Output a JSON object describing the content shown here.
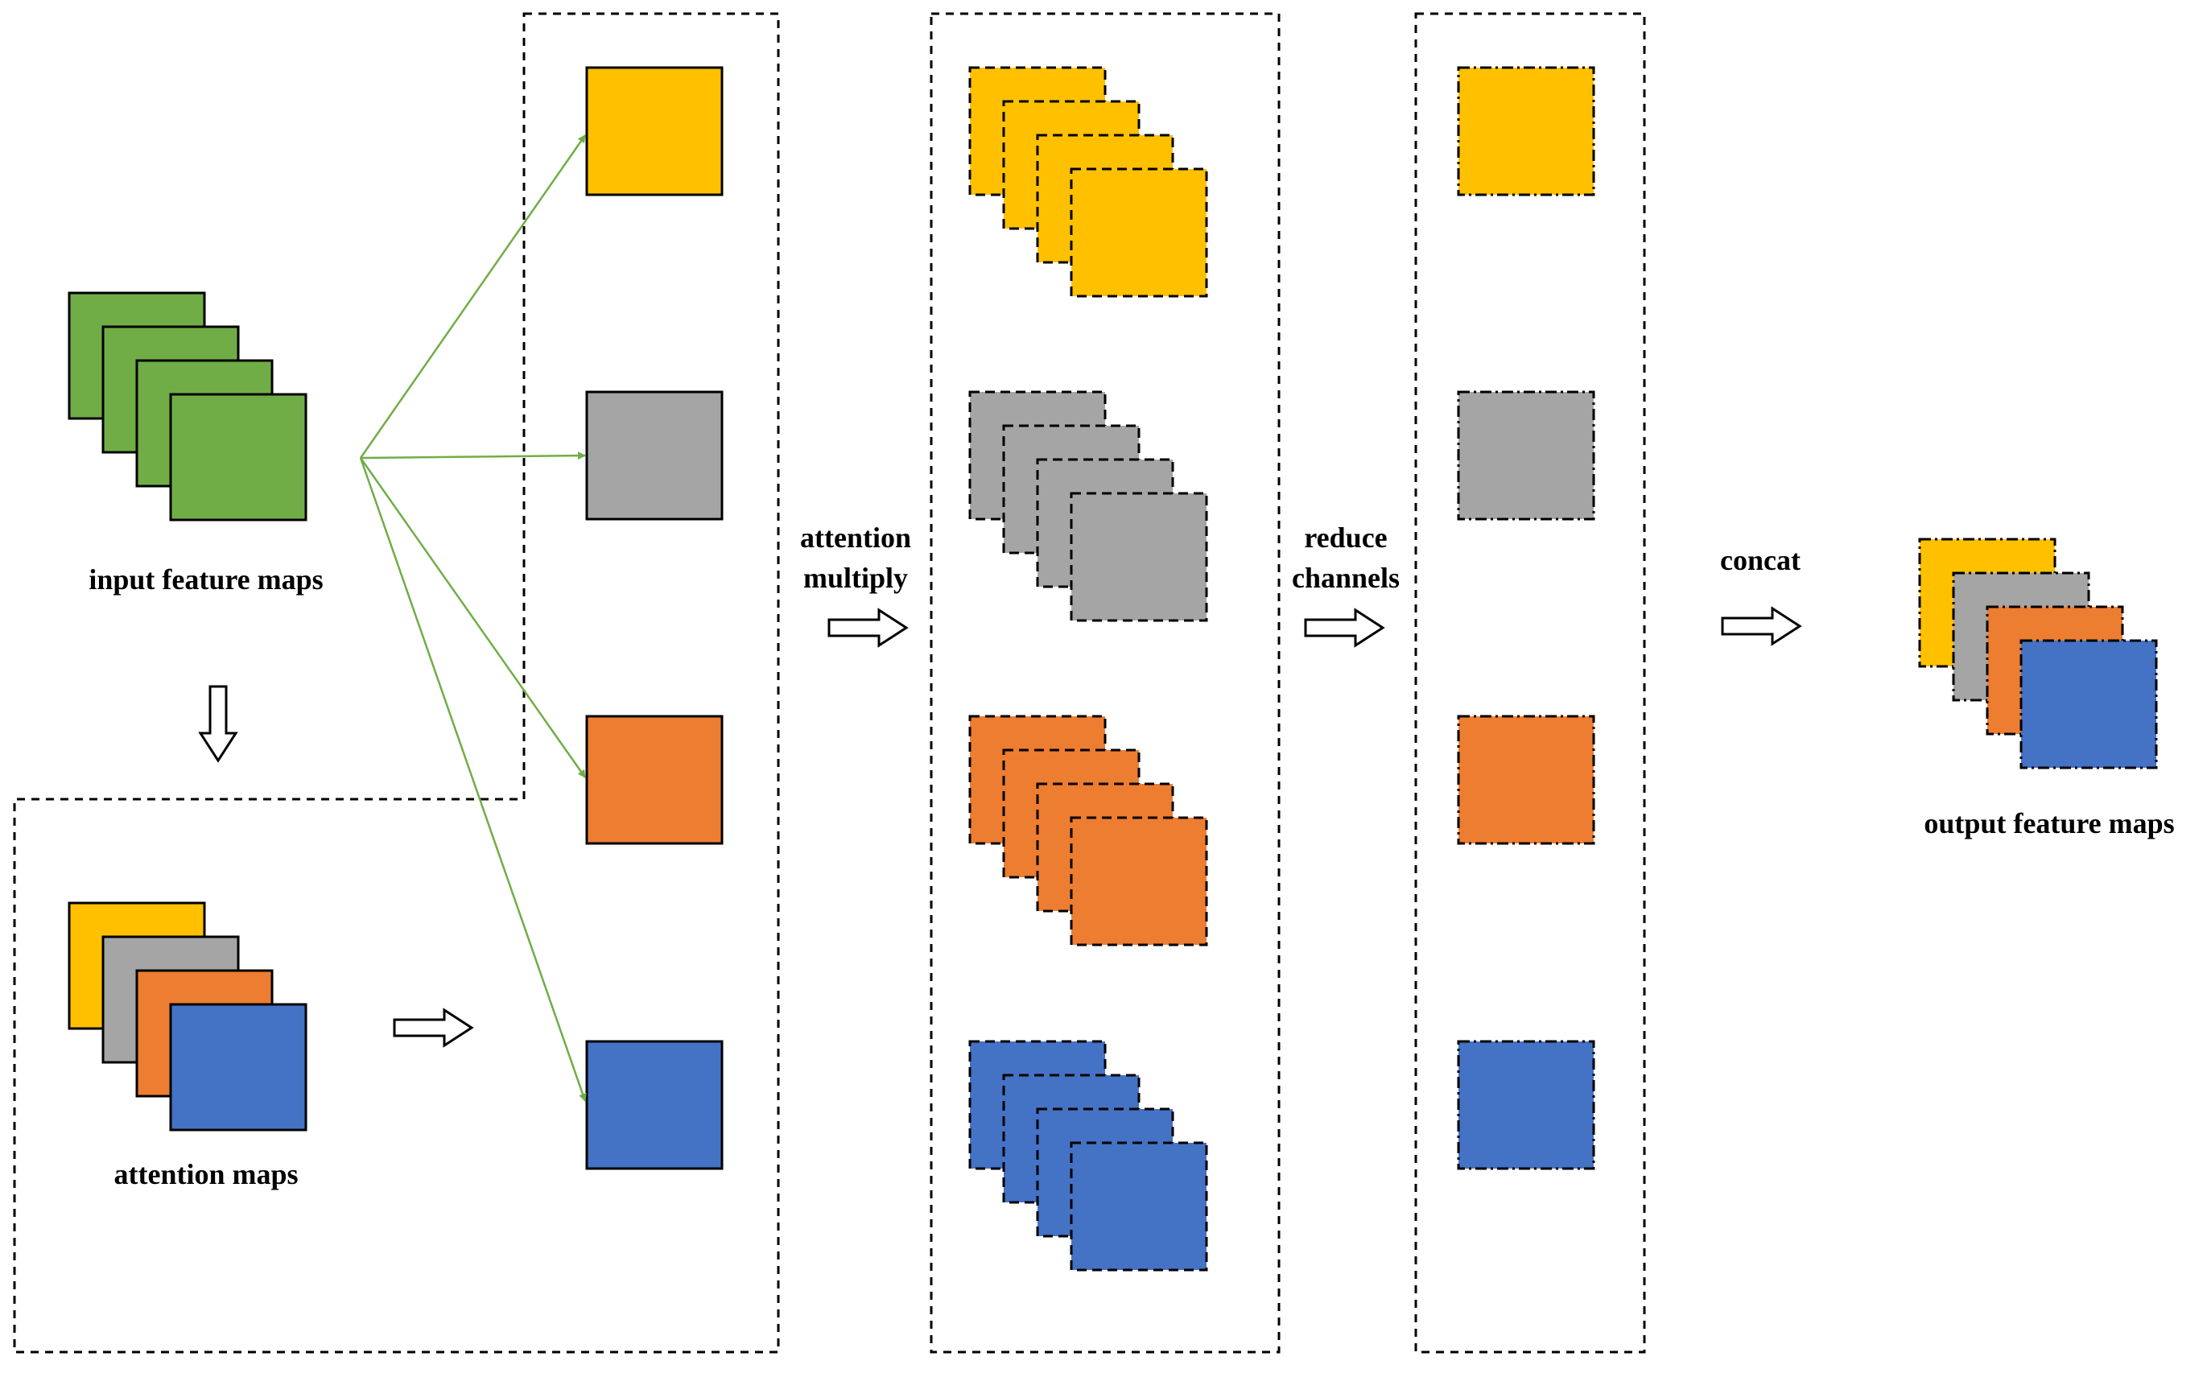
{
  "labels": {
    "input_feature_maps": "input feature maps",
    "attention_maps": "attention maps",
    "attention_multiply_line1": "attention",
    "attention_multiply_line2": "multiply",
    "reduce_channels_line1": "reduce",
    "reduce_channels_line2": "channels",
    "concat": "concat",
    "output_feature_maps": "output feature maps"
  },
  "colors": {
    "green": "#70AD47",
    "yellow": "#FFC000",
    "gray": "#A5A5A5",
    "orange": "#ED7D31",
    "blue": "#4472C4",
    "arrow_green": "#70AD47",
    "stroke": "#000000"
  },
  "attention_channels": [
    "yellow",
    "gray",
    "orange",
    "blue"
  ],
  "input_stack_count": 4,
  "multiplied_stack_count": 4
}
